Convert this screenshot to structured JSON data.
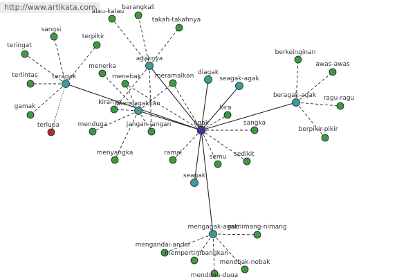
{
  "watermark": "http://www.artikata.com",
  "colors": {
    "leaf": "#3f9a3f",
    "hub": "#3f9a9a",
    "center": "#3b3b8f",
    "special": "#b03030",
    "edge": "#222222"
  },
  "graph": {
    "nodes": [
      {
        "id": "agak",
        "label": "agak",
        "kind": "center"
      },
      {
        "id": "teragak",
        "label": "teragak",
        "kind": "hub"
      },
      {
        "id": "agaknya",
        "label": "agaknya",
        "kind": "hub"
      },
      {
        "id": "diagak",
        "label": "diagak",
        "kind": "hub"
      },
      {
        "id": "seagakagak",
        "label": "seagak-agak",
        "kind": "hub"
      },
      {
        "id": "beragakagak",
        "label": "beragak-agak",
        "kind": "hub"
      },
      {
        "id": "mengagakagakan",
        "label": "mengagakkan",
        "kind": "hub"
      },
      {
        "id": "seagak",
        "label": "seagak",
        "kind": "hub"
      },
      {
        "id": "mengagakagak",
        "label": "mengagak-agak",
        "kind": "hub"
      },
      {
        "id": "sangsi",
        "label": "sangsi",
        "kind": "leaf"
      },
      {
        "id": "terpikir",
        "label": "terpikir",
        "kind": "leaf"
      },
      {
        "id": "teringat",
        "label": "teringat",
        "kind": "leaf"
      },
      {
        "id": "terlintas",
        "label": "terlintas",
        "kind": "leaf"
      },
      {
        "id": "gamak",
        "label": "gamak",
        "kind": "leaf"
      },
      {
        "id": "terlupa",
        "label": "terlupa",
        "kind": "special"
      },
      {
        "id": "alaukalau",
        "label": "alau-kalau",
        "kind": "leaf"
      },
      {
        "id": "barangkali",
        "label": "barangkali",
        "kind": "leaf"
      },
      {
        "id": "takahtakahnya",
        "label": "takah-takahnya",
        "kind": "leaf"
      },
      {
        "id": "menerka",
        "label": "menerka",
        "kind": "leaf"
      },
      {
        "id": "menebak",
        "label": "menebak",
        "kind": "leaf"
      },
      {
        "id": "meramalkan",
        "label": "meramalkan",
        "kind": "leaf"
      },
      {
        "id": "kiranya",
        "label": "kiranya",
        "kind": "leaf"
      },
      {
        "id": "menduga",
        "label": "menduga",
        "kind": "leaf"
      },
      {
        "id": "janganjangan",
        "label": "jangan-jangan",
        "kind": "leaf"
      },
      {
        "id": "menyangka",
        "label": "menyangka",
        "kind": "leaf"
      },
      {
        "id": "kira",
        "label": "kira",
        "kind": "leaf"
      },
      {
        "id": "sangka",
        "label": "sangka",
        "kind": "leaf"
      },
      {
        "id": "ramal",
        "label": "ramal",
        "kind": "leaf"
      },
      {
        "id": "semu",
        "label": "semu",
        "kind": "leaf"
      },
      {
        "id": "sedikit",
        "label": "sedikit",
        "kind": "leaf"
      },
      {
        "id": "berkeinginan",
        "label": "berkeinginan",
        "kind": "leaf"
      },
      {
        "id": "awasawas",
        "label": "awas-awas",
        "kind": "leaf"
      },
      {
        "id": "raguragu",
        "label": "ragu-ragu",
        "kind": "leaf"
      },
      {
        "id": "berpikirpikir",
        "label": "berpikir-pikir",
        "kind": "leaf"
      },
      {
        "id": "menimangnimang",
        "label": "menimang-nimang",
        "kind": "leaf"
      },
      {
        "id": "mengandaiandai",
        "label": "mengandai-andai",
        "kind": "leaf"
      },
      {
        "id": "mempertimbangkan",
        "label": "mempertimbangkan",
        "kind": "leaf"
      },
      {
        "id": "menebaknebak",
        "label": "menebak-nebak",
        "kind": "leaf"
      },
      {
        "id": "mendugaduga",
        "label": "menduga-duga",
        "kind": "leaf"
      }
    ],
    "edges": [
      {
        "from": "agak",
        "to": "teragak",
        "style": "solid"
      },
      {
        "from": "agak",
        "to": "agaknya",
        "style": "solid"
      },
      {
        "from": "agak",
        "to": "diagak",
        "style": "solid"
      },
      {
        "from": "agak",
        "to": "seagakagak",
        "style": "solid"
      },
      {
        "from": "agak",
        "to": "beragakagak",
        "style": "solid"
      },
      {
        "from": "agak",
        "to": "mengagakagakan",
        "style": "solid"
      },
      {
        "from": "agak",
        "to": "seagak",
        "style": "solid"
      },
      {
        "from": "agak",
        "to": "mengagakagak",
        "style": "solid"
      },
      {
        "from": "agak",
        "to": "kira",
        "style": "dashed"
      },
      {
        "from": "agak",
        "to": "sangka",
        "style": "dashed"
      },
      {
        "from": "agak",
        "to": "ramal",
        "style": "dashed"
      },
      {
        "from": "agak",
        "to": "semu",
        "style": "dashed"
      },
      {
        "from": "agak",
        "to": "sedikit",
        "style": "dashed"
      },
      {
        "from": "agak",
        "to": "meramalkan",
        "style": "dashed"
      },
      {
        "from": "agak",
        "to": "menebak",
        "style": "dashed"
      },
      {
        "from": "teragak",
        "to": "sangsi",
        "style": "dashed"
      },
      {
        "from": "teragak",
        "to": "terpikir",
        "style": "dashed"
      },
      {
        "from": "teragak",
        "to": "teringat",
        "style": "dashed"
      },
      {
        "from": "teragak",
        "to": "terlintas",
        "style": "dashed"
      },
      {
        "from": "teragak",
        "to": "gamak",
        "style": "dashed"
      },
      {
        "from": "teragak",
        "to": "terlupa",
        "style": "dotted"
      },
      {
        "from": "agaknya",
        "to": "alaukalau",
        "style": "dashed"
      },
      {
        "from": "agaknya",
        "to": "barangkali",
        "style": "dashed"
      },
      {
        "from": "agaknya",
        "to": "takahtakahnya",
        "style": "dashed"
      },
      {
        "from": "agaknya",
        "to": "kiranya",
        "style": "dashed"
      },
      {
        "from": "agaknya",
        "to": "janganjangan",
        "style": "dashed"
      },
      {
        "from": "mengagakagakan",
        "to": "menerka",
        "style": "dashed"
      },
      {
        "from": "mengagakagakan",
        "to": "menebak",
        "style": "dashed"
      },
      {
        "from": "mengagakagakan",
        "to": "kiranya",
        "style": "dashed"
      },
      {
        "from": "mengagakagakan",
        "to": "menduga",
        "style": "dashed"
      },
      {
        "from": "mengagakagakan",
        "to": "janganjangan",
        "style": "dashed"
      },
      {
        "from": "mengagakagakan",
        "to": "menyangka",
        "style": "dashed"
      },
      {
        "from": "mengagakagakan",
        "to": "meramalkan",
        "style": "dashed"
      },
      {
        "from": "beragakagak",
        "to": "berkeinginan",
        "style": "dashed"
      },
      {
        "from": "beragakagak",
        "to": "awasawas",
        "style": "dashed"
      },
      {
        "from": "beragakagak",
        "to": "raguragu",
        "style": "dashed"
      },
      {
        "from": "beragakagak",
        "to": "berpikirpikir",
        "style": "dashed"
      },
      {
        "from": "mengagakagak",
        "to": "menimangnimang",
        "style": "dashed"
      },
      {
        "from": "mengagakagak",
        "to": "mengandaiandai",
        "style": "dashed"
      },
      {
        "from": "mengagakagak",
        "to": "mempertimbangkan",
        "style": "dashed"
      },
      {
        "from": "mengagakagak",
        "to": "menebaknebak",
        "style": "dashed"
      },
      {
        "from": "mengagakagak",
        "to": "mendugaduga",
        "style": "dashed"
      }
    ]
  }
}
